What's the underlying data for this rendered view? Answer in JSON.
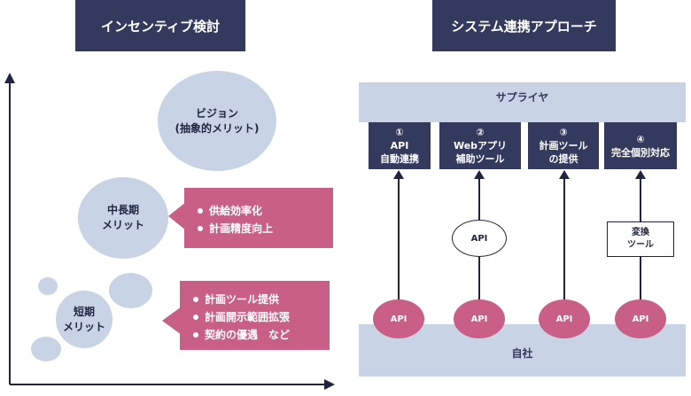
{
  "left": {
    "title": "インセンティブ検討",
    "vision": "ビジョン\n(抽象的メリット)",
    "mid_term": "中長期\nメリット",
    "short_term": "短期\nメリット",
    "mid_items": [
      "供給効率化",
      "計画精度向上"
    ],
    "short_items": [
      "計画ツール提供",
      "計画開示範囲拡張",
      "契約の優遇　など"
    ]
  },
  "right": {
    "title": "システム連携アプローチ",
    "supplier": "サプライヤ",
    "company": "自社",
    "approaches": [
      "①\nAPI\n自動連携",
      "②\nWebアプリ\n補助ツール",
      "③\n計画ツール\nの提供",
      "④\n完全個別対応"
    ],
    "api_label": "API",
    "mid_api_label": "API",
    "convert_tool": "変換\nツール"
  },
  "colors": {
    "navy": "#34395e",
    "light_blue": "#c9d3e6",
    "pink": "#c95f86"
  }
}
